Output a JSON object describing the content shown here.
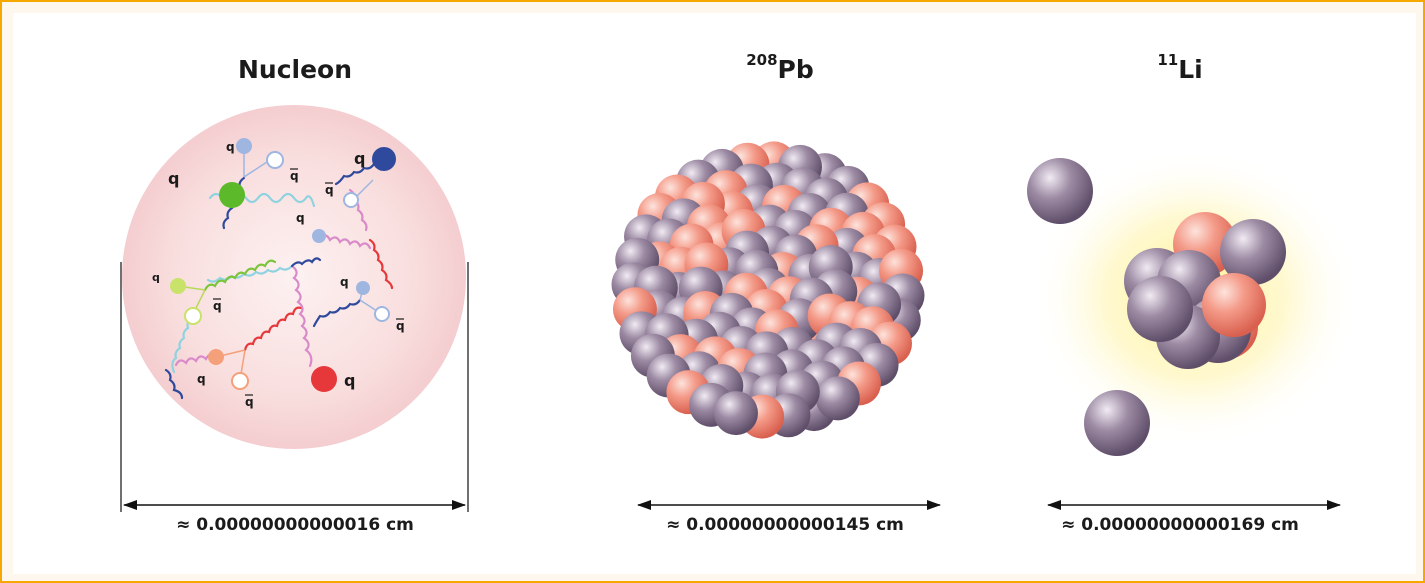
{
  "panels": {
    "nucleon": {
      "title": "Nucleon",
      "size": "≈ 0.00000000000016 cm"
    },
    "lead": {
      "mass": "208",
      "symbol": "Pb",
      "size": "≈ 0.00000000000145 cm"
    },
    "lithium": {
      "mass": "11",
      "symbol": "Li",
      "size": "≈ 0.00000000000169 cm"
    }
  },
  "quark_labels": {
    "quark": "q",
    "antiquark": "q"
  },
  "colors": {
    "frame": "#f5a800",
    "proton": "#ef8a7a",
    "neutron": "#8f7c96",
    "quark_red": "#e6383a",
    "quark_green": "#5cba2a",
    "quark_blue": "#2f4a9c",
    "halo": "#fff3a0"
  }
}
